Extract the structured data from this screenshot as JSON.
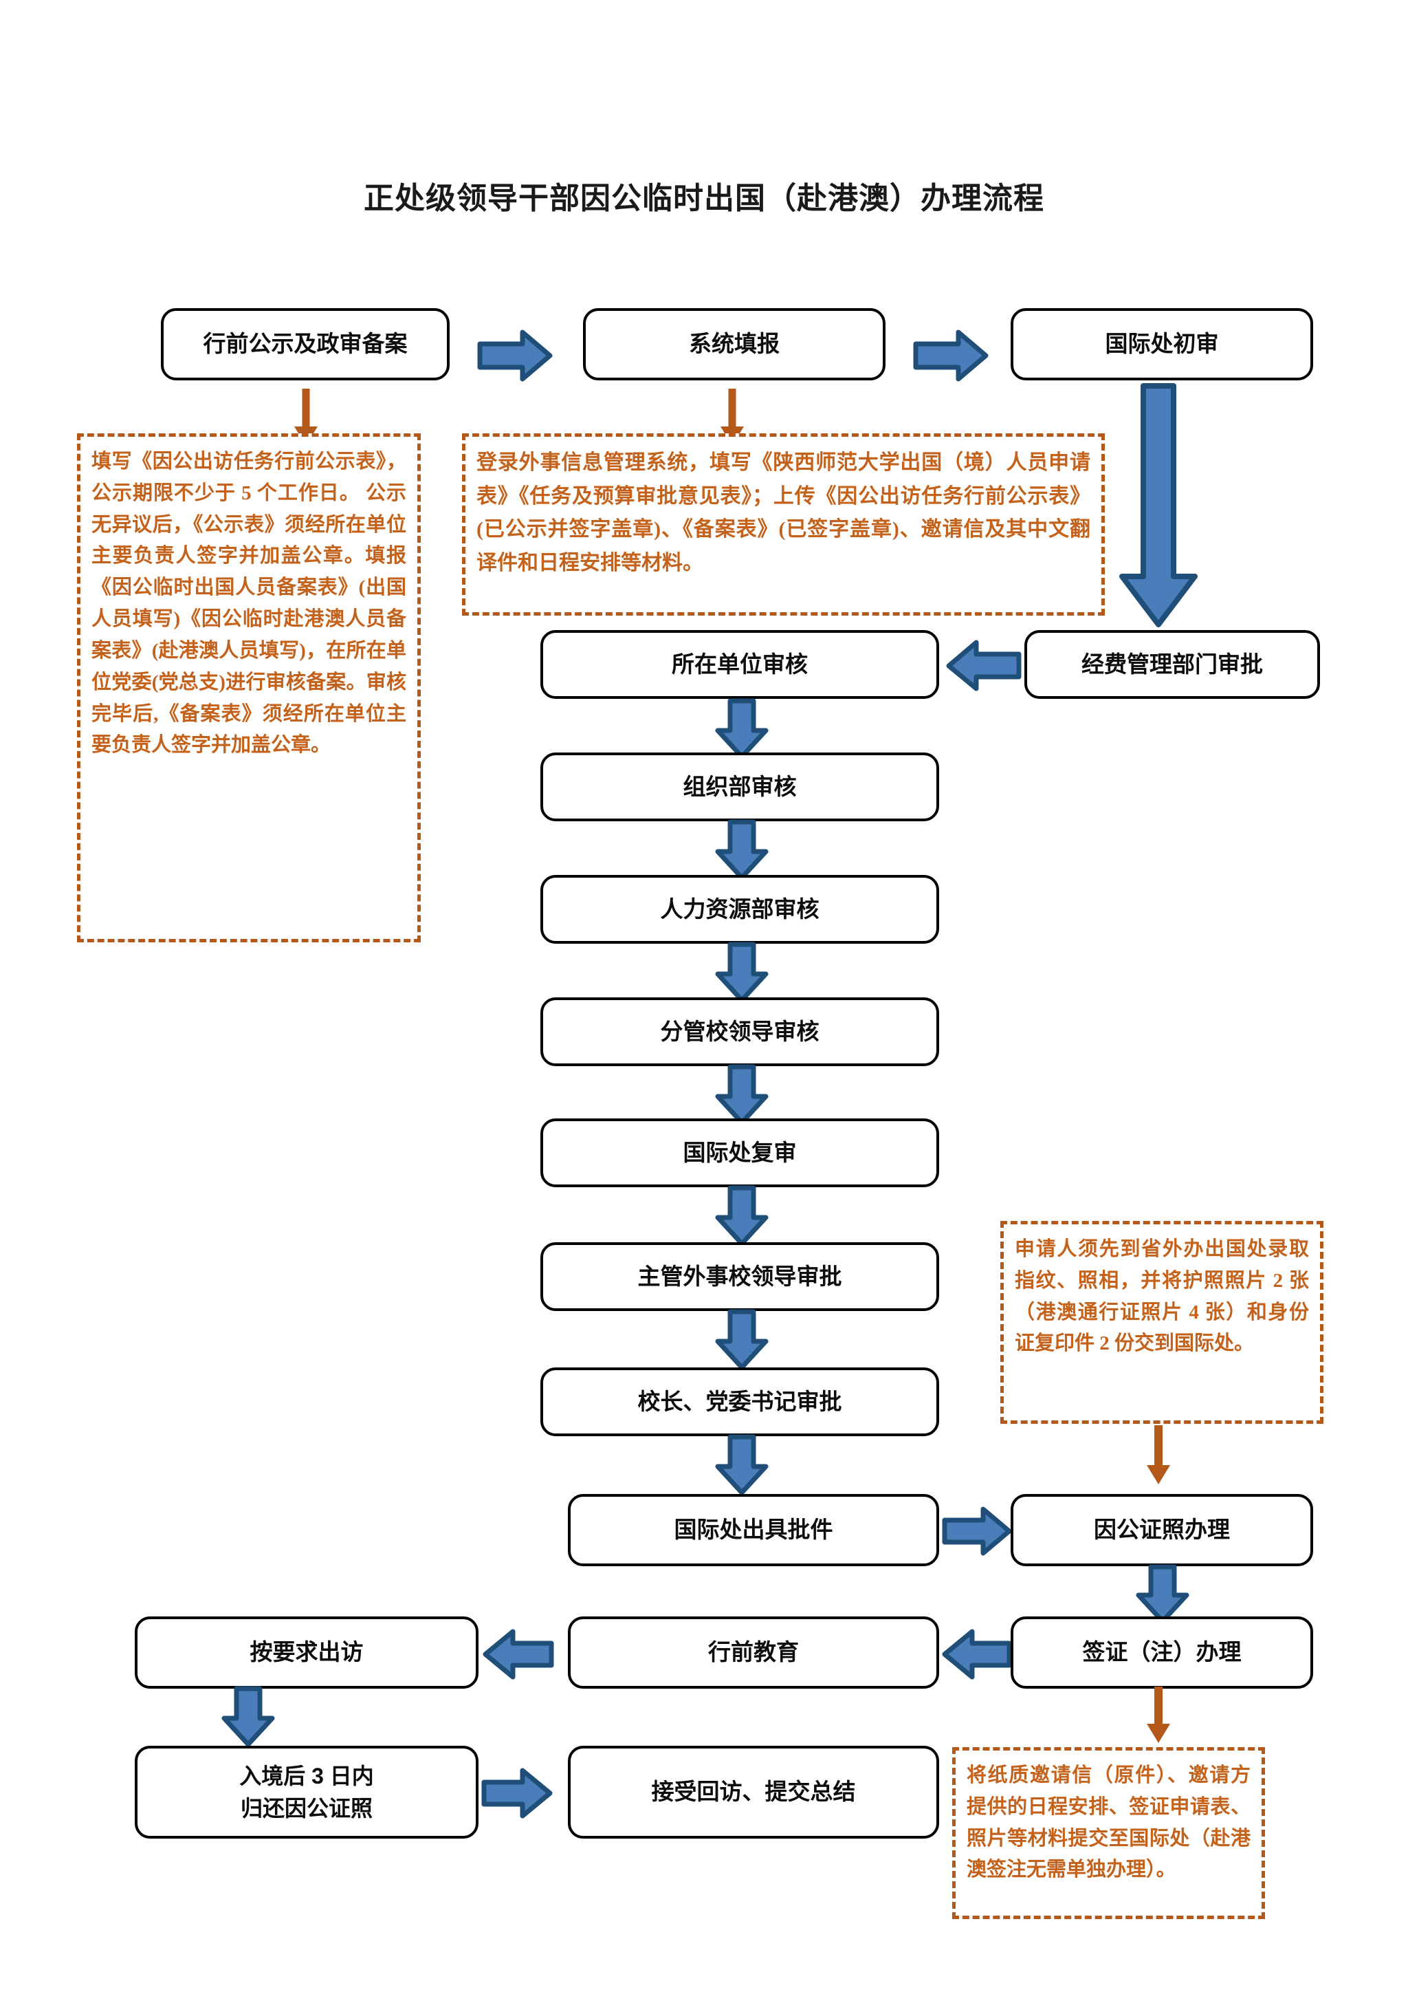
{
  "title": "正处级领导干部因公临时出国（赴港澳）办理流程",
  "colors": {
    "arrow_blue_fill": "#4a7ebb",
    "arrow_blue_stroke": "#1f4e79",
    "note_orange": "#b5591a",
    "note_text": "#c4621b",
    "box_border": "#000000",
    "title_color": "#1a1a1a"
  },
  "nodes": {
    "pre_trip_publicity": "行前公示及政审备案",
    "system_filing": "系统填报",
    "intl_office_first_review": "国际处初审",
    "funding_dept_approval": "经费管理部门审批",
    "unit_review": "所在单位审核",
    "org_dept_review": "组织部审核",
    "hr_dept_review": "人力资源部审核",
    "vice_president_review": "分管校领导审核",
    "intl_office_second_review": "国际处复审",
    "foreign_affairs_leader_approval": "主管外事校领导审批",
    "president_secretary_approval": "校长、党委书记审批",
    "intl_office_issue_approval": "国际处出具批件",
    "official_passport_processing": "因公证照办理",
    "visa_processing": "签证（注）办理",
    "pre_departure_education": "行前教育",
    "travel_as_required": "按要求出访",
    "return_passport_line1": "入境后 3 日内",
    "return_passport_line2": "归还因公证照",
    "followup_summary": "接受回访、提交总结"
  },
  "notes": {
    "publicity_note": "填写《因公出访任务行前公示表》，公示期限不少于 5 个工作日。 公示无异议后，《公示表》须经所在单位主要负责人签字并加盖公章。填报《因公临时出国人员备案表》(出国人员填写)《因公临时赴港澳人员备案表》(赴港澳人员填写)，在所在单位党委(党总支)进行审核备案。审核完毕后,《备案表》须经所在单位主要负责人签字并加盖公章。",
    "system_note": "登录外事信息管理系统，填写《陕西师范大学出国（境）人员申请表》《任务及预算审批意见表》；上传《因公出访任务行前公示表》(已公示并签字盖章)、《备案表》(已签字盖章)、邀请信及其中文翻译件和日程安排等材料。",
    "passport_note": "申请人须先到省外办出国处录取指纹、照相，并将护照照片 2 张（港澳通行证照片 4 张）和身份证复印件 2 份交到国际处。",
    "visa_note": "将纸质邀请信（原件）、邀请方提供的日程安排、签证申请表、照片等材料提交至国际处（赴港澳签注无需单独办理）。"
  },
  "arrows": {
    "right_arrow_icon": "arrow-right-icon",
    "left_arrow_icon": "arrow-left-icon",
    "down_arrow_icon": "arrow-down-icon",
    "thin_down_arrow_icon": "thin-arrow-down-icon"
  }
}
